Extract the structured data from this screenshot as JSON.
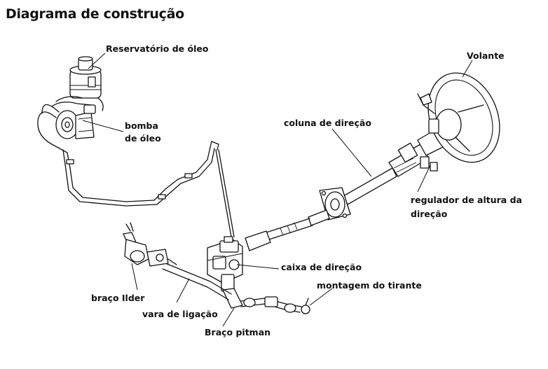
{
  "title": "Diagrama de construção",
  "labels": {
    "reservatorio": "Reservatório de óleo",
    "bomba_1": "bomba",
    "bomba_2": "de óleo",
    "volante": "Volante",
    "coluna": "coluna de direção",
    "regulador_1": "regulador de altura da",
    "regulador_2": "direção",
    "caixa": "caixa de direção",
    "montagem": "montagem do tirante",
    "braco_ilder": "braço Ilder",
    "vara": "vara de ligação",
    "pitman": "Braço pitman"
  }
}
